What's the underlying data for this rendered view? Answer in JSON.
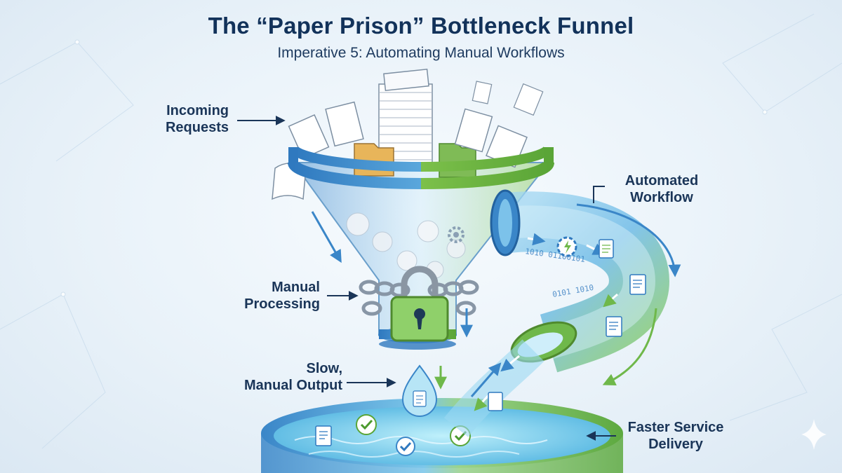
{
  "header": {
    "title": "The “Paper Prison” Bottleneck Funnel",
    "subtitle": "Imperative 5: Automating Manual Workflows"
  },
  "labels": {
    "incoming_requests": [
      "Incoming",
      "Requests"
    ],
    "manual_processing": [
      "Manual",
      "Processing"
    ],
    "slow_manual_output": [
      "Slow,",
      "Manual Output"
    ],
    "automated_workflow": [
      "Automated",
      "Workflow"
    ],
    "faster_service_delivery": [
      "Faster Service",
      "Delivery"
    ]
  },
  "colors": {
    "title": "#12325a",
    "funnel_blue": "#3a86c8",
    "funnel_green": "#7cc04a",
    "pipe_blue": "#5aaee0",
    "water": "#7fd0ee",
    "lock": "#8fd06a"
  },
  "icons": [
    "paper-stack-icon",
    "folder-icon",
    "padlock-icon",
    "chain-icon",
    "gear-icon",
    "document-icon",
    "checkmark-icon",
    "water-drop-icon",
    "lightning-gear-icon"
  ]
}
